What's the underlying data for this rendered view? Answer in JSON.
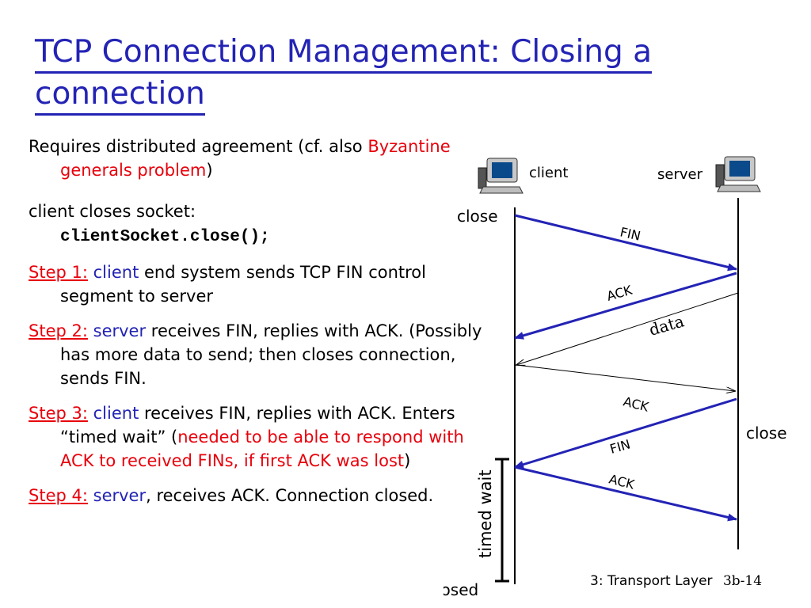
{
  "slide": {
    "title_line1": "TCP Connection Management: Closing a",
    "title_line2": "connection",
    "intro": {
      "text": "Requires distributed agreement (cf. also",
      "link": "Byzantine generals problem",
      "close": ")"
    },
    "client_closes": {
      "text": "client closes socket:",
      "code": "clientSocket.close();"
    },
    "steps": [
      {
        "label": "Step 1:",
        "actor": "client",
        "text": " end system sends TCP FIN control segment to server"
      },
      {
        "label": "Step 2:",
        "actor": "server",
        "text": " receives FIN, replies with ACK. (Possibly has more data to send; then closes connection, sends FIN."
      },
      {
        "label": "Step 3:",
        "actor": "client",
        "text": " receives FIN, replies with ACK. Enters “timed wait” (",
        "note": "needed to be able to respond with ACK to received FINs, if first ACK was lost",
        "close": ")"
      },
      {
        "label": "Step 4:",
        "actor": "server",
        "text": ", receives ACK.  Connection closed."
      }
    ]
  },
  "diagram": {
    "client_label": "client",
    "server_label": "server",
    "messages": {
      "fin1": "FIN",
      "ack1": "ACK",
      "data": "data",
      "ack2": "ACK",
      "fin2": "FIN",
      "ack3": "ACK"
    },
    "labels": {
      "client_close": "close",
      "server_close": "close",
      "timed_wait": "timed wait",
      "closed": "closed"
    },
    "colors": {
      "arrow": "#2323b5",
      "text_red": "#e8000b"
    }
  },
  "footer": {
    "chapter": "3: Transport Layer",
    "page": "3b-14"
  }
}
